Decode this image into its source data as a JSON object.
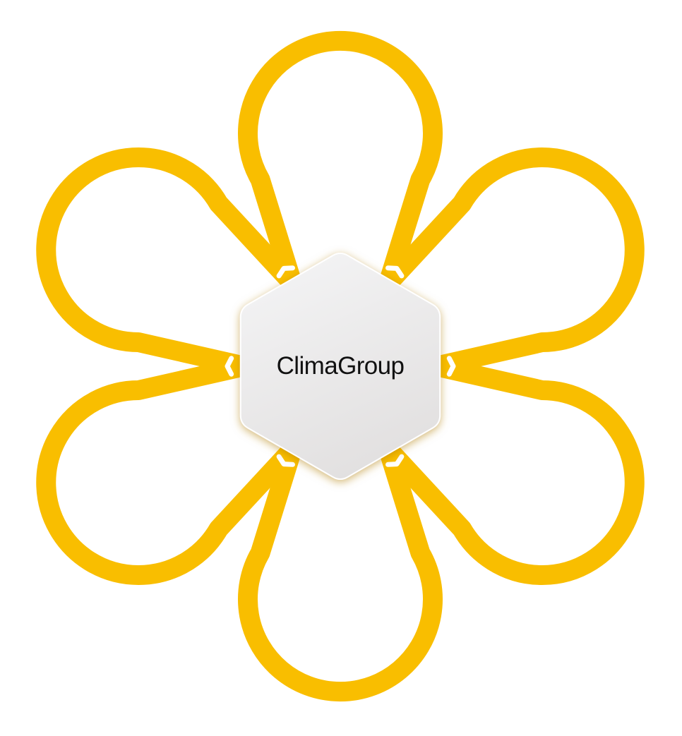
{
  "diagram": {
    "center_label": "ClimaGroup",
    "petal_count": 6,
    "petals": [
      {
        "name": "petal-top"
      },
      {
        "name": "petal-top-right"
      },
      {
        "name": "petal-bottom-right"
      },
      {
        "name": "petal-bottom"
      },
      {
        "name": "petal-bottom-left"
      },
      {
        "name": "petal-top-left"
      }
    ]
  },
  "colors": {
    "petal": "#F9BE00",
    "petal_shadow": "#E2A800",
    "hex_fill_top": "#F2F2F3",
    "hex_fill_bottom": "#E2E0E0",
    "hex_border": "#FFFFFF",
    "text": "#111111",
    "background": "#FFFFFF"
  }
}
